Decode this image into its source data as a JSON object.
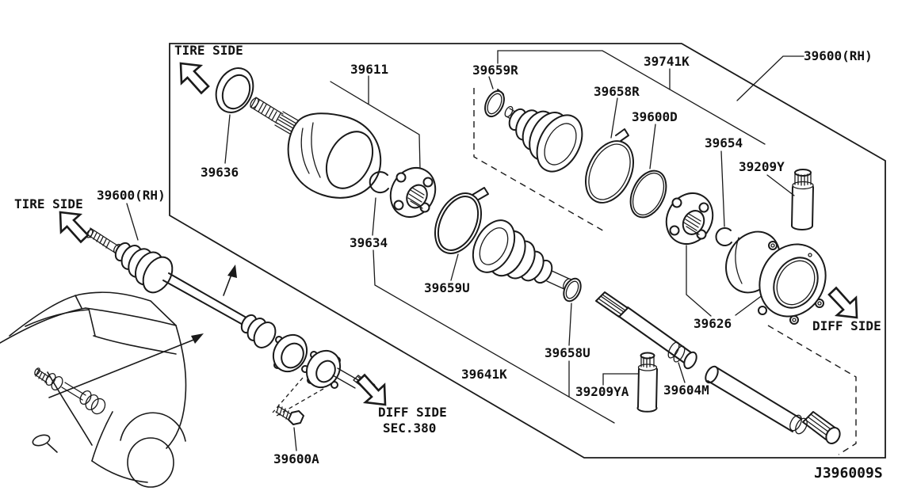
{
  "page": {
    "background": "#ffffff",
    "line_color": "#1a1a1a"
  },
  "diagram_code": "J396009S",
  "side_labels": {
    "tire_side_box": "TIRE SIDE",
    "tire_side_left": "TIRE SIDE",
    "diff_side_right": "DIFF SIDE",
    "diff_side_bottom": "DIFF SIDE",
    "sec_ref": "SEC.380"
  },
  "labels": {
    "l39611": "39611",
    "l39659R": "39659R",
    "l39741K": "39741K",
    "l39600RH_top": "39600(RH)",
    "l39658R": "39658R",
    "l39600D": "39600D",
    "l39654": "39654",
    "l39209Y": "39209Y",
    "l39636": "39636",
    "l39600RH_left": "39600(RH)",
    "l39634": "39634",
    "l39659U": "39659U",
    "l39626": "39626",
    "l39641K": "39641K",
    "l39658U": "39658U",
    "l39209YA": "39209YA",
    "l39604M": "39604M",
    "l39600A": "39600A"
  },
  "part_numbers": [
    "39600(RH)",
    "39600A",
    "39600D",
    "39604M",
    "39611",
    "39626",
    "39634",
    "39636",
    "39641K",
    "39654",
    "39658R",
    "39658U",
    "39659R",
    "39659U",
    "39741K",
    "39209Y",
    "39209YA"
  ]
}
